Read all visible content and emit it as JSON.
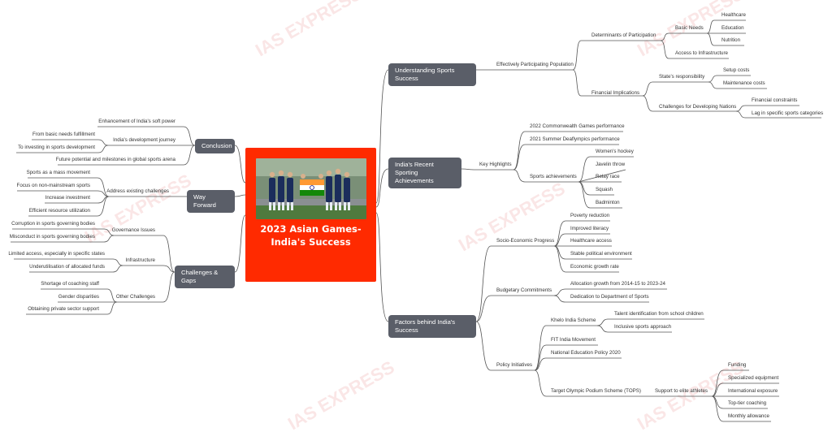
{
  "center": {
    "title_line1": "2023 Asian Games-",
    "title_line2": "India's Success",
    "image": "team-photo-with-indian-flag"
  },
  "watermark": "IAS EXPRESS",
  "colors": {
    "center_bg": "#ff2a00",
    "main_node_bg": "#5a5e68",
    "link": "#555555"
  },
  "understanding": {
    "title": "Understanding Sports Success",
    "effective": "Effectively Participating Population",
    "determinants": "Determinants of Participation",
    "basic_needs": "Basic Needs",
    "healthcare": "Healthcare",
    "education": "Education",
    "nutrition": "Nutrition",
    "access": "Access to Infrastructure",
    "financial": "Financial Implications",
    "state": "State's responsibility",
    "setup": "Setup costs",
    "maintenance": "Maintenance costs",
    "challenges_dev": "Challenges for Developing Nations",
    "fin_constraints": "Financial constraints",
    "lag": "Lag in specific sports categories"
  },
  "recent": {
    "title1": "India's Recent Sporting",
    "title2": "Achievements",
    "key": "Key Highlights",
    "cwg": "2022 Commonwealth Games performance",
    "deaf": "2021 Summer Deaflympics performance",
    "sports_ach": "Sports achievements",
    "hockey": "Women's hockey",
    "javelin": "Javelin throw",
    "relay": "Relay race",
    "squash": "Squash",
    "badminton": "Badminton"
  },
  "factors": {
    "title": "Factors behind India's Success",
    "socio": "Socio-Economic Progress",
    "poverty": "Poverty reduction",
    "literacy": "Improved literacy",
    "health_access": "Healthcare access",
    "political": "Stable political environment",
    "growth": "Economic growth rate",
    "budget": "Budgetary Commitments",
    "allocation": "Allocation growth from 2014-15 to 2023-24",
    "dedication": "Dedication to Department of Sports",
    "policy": "Policy Initiatives",
    "khelo": "Khelo India Scheme",
    "talent": "Talent identification from school children",
    "inclusive": "Inclusive sports approach",
    "fit": "FIT India Movement",
    "nep": "National Education Policy 2020",
    "tops": "Target Olympic Podium Scheme (TOPS)",
    "elite": "Support to elite athletes",
    "funding": "Funding",
    "equipment": "Specialized equipment",
    "exposure": "International exposure",
    "coaching": "Top-tier coaching",
    "allowance": "Monthly allowance"
  },
  "conclusion": {
    "title": "Conclusion",
    "soft_power": "Enhancement of India's soft power",
    "journey": "India's development journey",
    "basic": "From basic needs fulfillment",
    "investing": "To investing in sports development",
    "future": "Future potential and milestones in global sports arena"
  },
  "way_forward": {
    "title": "Way Forward",
    "address": "Address existing challenges",
    "mass": "Sports as a mass movement",
    "focus": "Focus on non-mainstream sports",
    "investment": "Increase investment",
    "efficient": "Efficient resource utilization"
  },
  "challenges": {
    "title": "Challenges & Gaps",
    "governance": "Governance Issues",
    "corruption": "Corruption in sports governing bodies",
    "misconduct": "Misconduct in sports governing bodies",
    "infra": "Infrastructure",
    "limited": "Limited access, especially in specific states",
    "underutil": "Underutilisation of allocated funds",
    "other": "Other Challenges",
    "shortage": "Shortage of coaching staff",
    "gender": "Gender disparities",
    "private": "Obtaining private sector support"
  }
}
